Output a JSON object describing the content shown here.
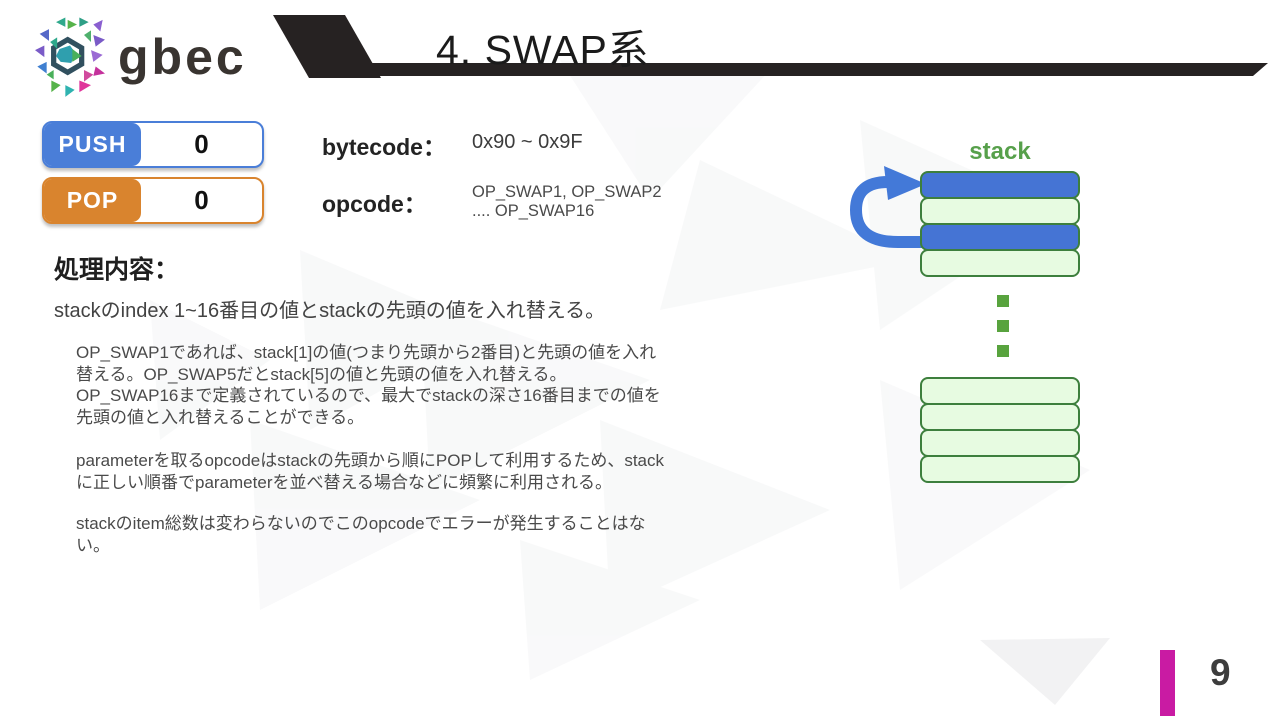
{
  "header": {
    "logo_text": "gbec",
    "title": "4. SWAP系"
  },
  "counters": {
    "push": {
      "label": "PUSH",
      "value": "0"
    },
    "pop": {
      "label": "POP",
      "value": "0"
    }
  },
  "opcode_info": {
    "bytecode_label": "bytecode：",
    "bytecode_value": "0x90 ~ 0x9F",
    "opcode_label": "opcode：",
    "opcode_lines": [
      "OP_SWAP1, OP_SWAP2",
      ".... OP_SWAP16"
    ]
  },
  "content": {
    "heading": "処理内容：",
    "lead": "stackのindex 1~16番目の値とstackの先頭の値を入れ替える。",
    "paragraph1": [
      "OP_SWAP1であれば、stack[1]の値(つまり先頭から2番目)と先頭の値を入れ",
      "替える。OP_SWAP5だとstack[5]の値と先頭の値を入れ替える。",
      "OP_SWAP16まで定義されているので、最大でstackの深さ16番目までの値を",
      "先頭の値と入れ替えることができる。"
    ],
    "paragraph2": [
      "parameterを取るopcodeはstackの先頭から順にPOPして利用するため、stack",
      "に正しい順番でparameterを並べ替える場合などに頻繁に利用される。"
    ],
    "paragraph3": [
      "stackのitem総数は変わらないのでこのopcodeでエラーが発生することはな",
      "い。"
    ]
  },
  "stack_diagram": {
    "label": "stack",
    "top_cells": [
      "blue",
      "green",
      "blue",
      "green"
    ],
    "bottom_cells": [
      "green",
      "green",
      "green",
      "green"
    ],
    "colors": {
      "cell_blue": "#4574d4",
      "cell_green_fill": "#e7fbe1",
      "cell_border": "#3d7f3d",
      "label_green": "#57a04b",
      "arrow_blue": "#4379d8",
      "dot_green": "#58a33e"
    }
  },
  "theme": {
    "push_blue": "#4a7ed8",
    "pop_orange": "#d9842e",
    "banner_black": "#262222",
    "accent_magenta": "#c91ba3"
  },
  "footer": {
    "page_number": "9"
  }
}
